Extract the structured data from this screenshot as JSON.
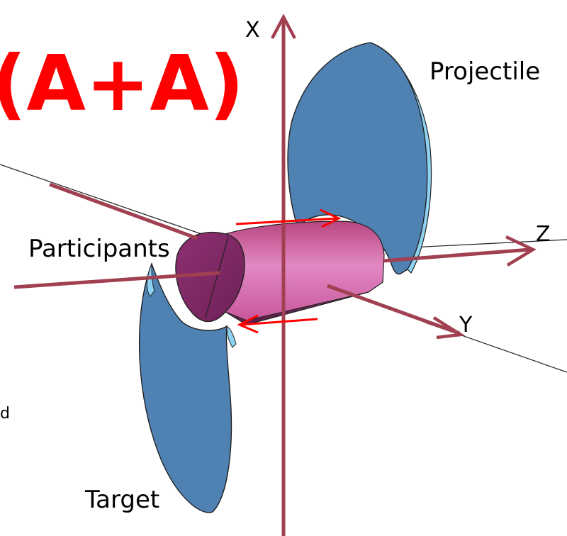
{
  "title": "(A+A)",
  "title_color": "#ff0000",
  "axes": {
    "x_label": "X",
    "y_label": "Y",
    "z_label": "Z"
  },
  "labels": {
    "projectile": "Projectile",
    "participants": "Participants",
    "target": "Target",
    "partial_text": "d"
  },
  "colors": {
    "axis": "#a04050",
    "nucleus_fill": "#4f81b3",
    "nucleus_edge": "#8fd3f2",
    "participants_light": "#e48ac8",
    "participants_dark": "#7e2a64",
    "arrow_red": "#ff0000"
  }
}
